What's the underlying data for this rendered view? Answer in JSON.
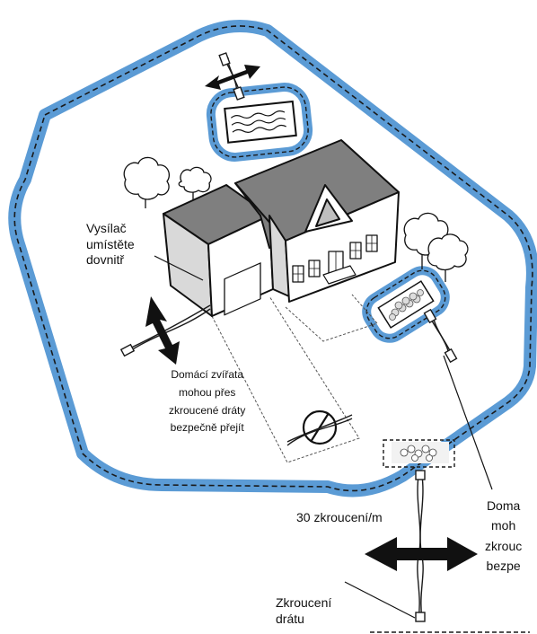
{
  "labels": {
    "transmitter": [
      "Vysílač",
      "umístěte",
      "dovnitř"
    ],
    "pets_cross": [
      "Domácí zvířata",
      "mohou přes",
      "zkroucené dráty",
      "bezpečně přejít"
    ],
    "twists_per_meter": "30 zkroucení/m",
    "wire_twist": [
      "Zkroucení",
      "drátu"
    ],
    "pets_cross_cut": [
      "Doma",
      "moh",
      "zkrouc",
      "bezpe"
    ]
  },
  "colors": {
    "boundary": "#5b9bd5",
    "wire": "#1a1a1a",
    "house_roof": "#7f7f7f",
    "house_wall": "#ffffff",
    "outline": "#111111"
  },
  "icons": [
    "pool-icon",
    "tree-icon",
    "house-icon",
    "double-arrow-icon",
    "no-entry-icon",
    "flower-bed-icon"
  ]
}
